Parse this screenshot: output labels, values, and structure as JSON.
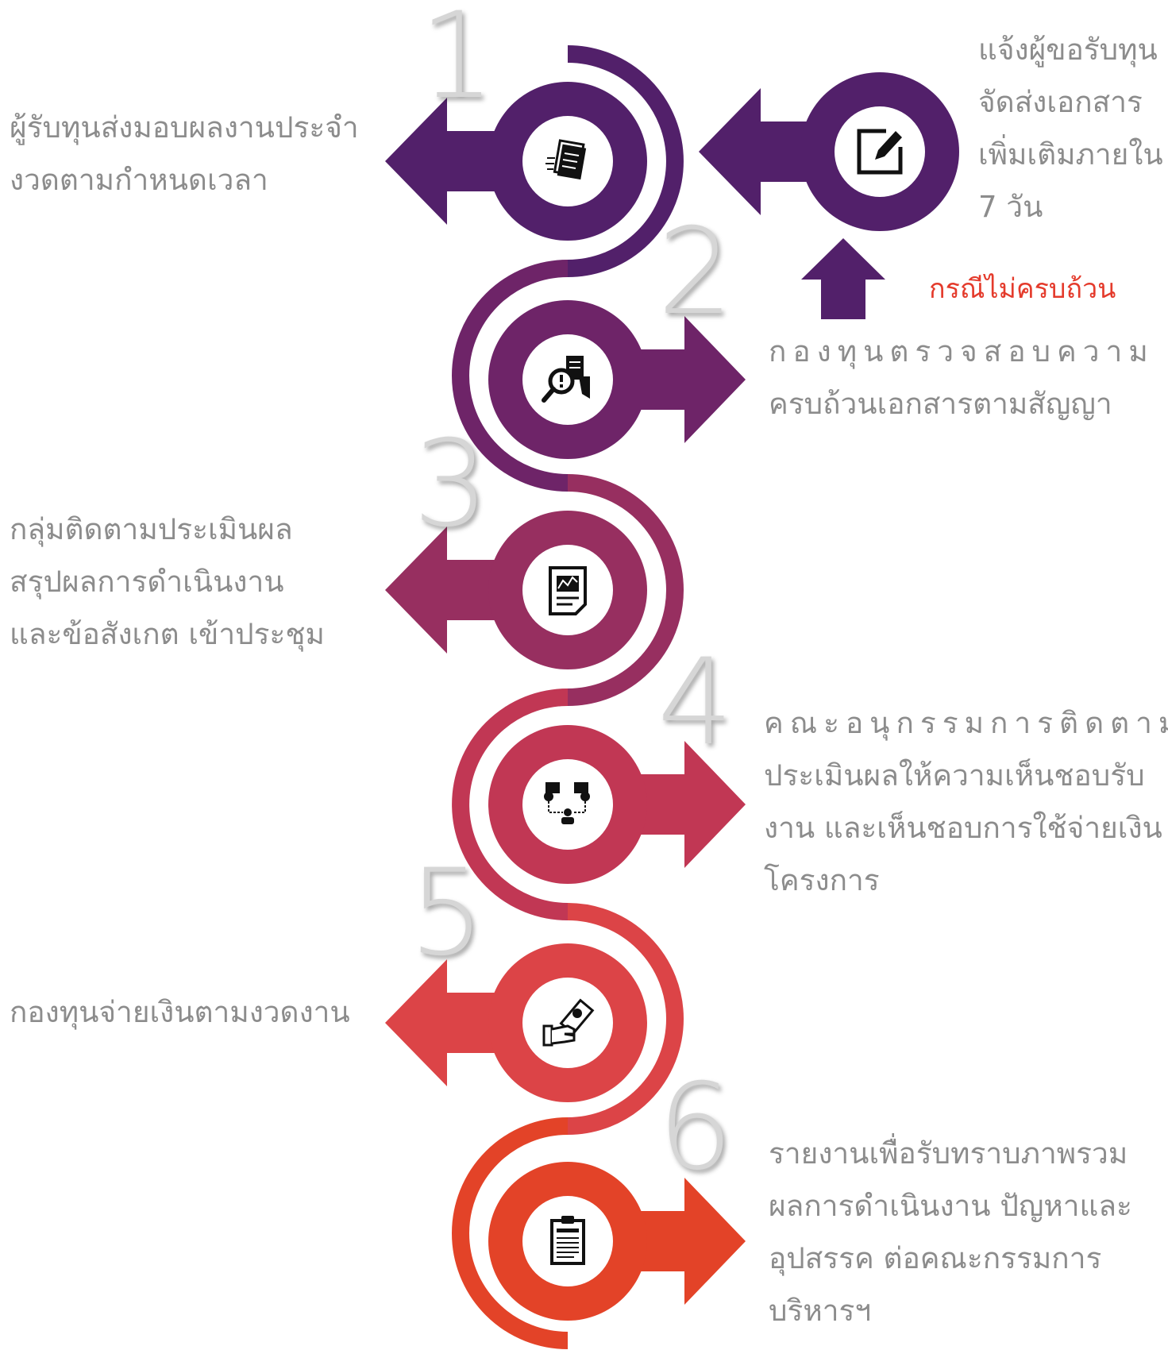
{
  "steps": [
    {
      "number": "1",
      "color": "#52206a",
      "lines": [
        "ผู้รับทุนส่งมอบผลงานประจำ",
        "งวดตามกำหนดเวลา"
      ]
    },
    {
      "number": "2",
      "color": "#6e2468",
      "lines": [
        "กองทุนตรวจสอบความ",
        "ครบถ้วนเอกสารตามสัญญา"
      ]
    },
    {
      "number": "3",
      "color": "#972f60",
      "lines": [
        "กลุ่มติดตามประเมินผล",
        "สรุปผลการดำเนินงาน",
        "และข้อสังเกต เข้าประชุม"
      ]
    },
    {
      "number": "4",
      "color": "#c13754",
      "lines": [
        "คณะอนุกรรมการติดตาม",
        "ประเมินผลให้ความเห็นชอบรับ",
        "งาน และเห็นชอบการใช้จ่ายเงิน",
        "โครงการ"
      ]
    },
    {
      "number": "5",
      "color": "#dc4447",
      "lines": [
        "กองทุนจ่ายเงินตามงวดงาน"
      ]
    },
    {
      "number": "6",
      "color": "#e34328",
      "lines": [
        "รายงานเพื่อรับทราบภาพรวม",
        "ผลการดำเนินงาน ปัญหาและ",
        "อุปสรรค ต่อคณะกรรมการ",
        "บริหารฯ"
      ]
    }
  ],
  "extra": {
    "color": "#52206a",
    "lines": [
      "แจ้งผู้ขอรับทุน",
      "จัดส่งเอกสาร",
      "เพิ่มเติมภายใน",
      "7 วัน"
    ],
    "condition": "กรณีไม่ครบถ้วน",
    "condition_color": "#e43b2c"
  },
  "icons": [
    "documents-icon",
    "edit-document-icon",
    "inspection-icon",
    "report-chart-icon",
    "approval-flow-icon",
    "payment-hand-icon",
    "summary-clipboard-icon"
  ]
}
